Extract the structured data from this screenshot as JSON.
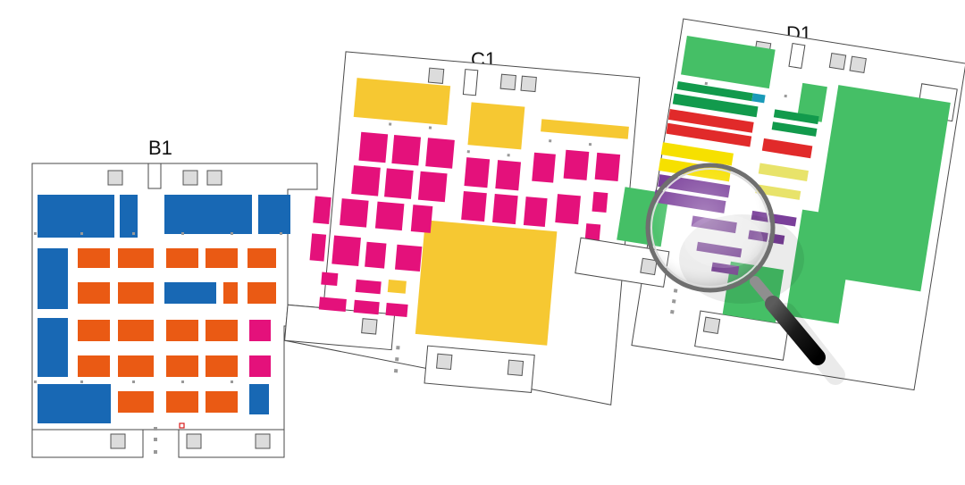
{
  "map": {
    "halls": [
      {
        "id": "B1",
        "label": "B1"
      },
      {
        "id": "C1",
        "label": "C1"
      },
      {
        "id": "D1",
        "label": "D1"
      }
    ],
    "colors": {
      "blue": "#1868b4",
      "orange": "#ea5a14",
      "magenta": "#e4117b",
      "yellow": "#f6c832",
      "green": "#45bf66",
      "dark_green": "#129a4c",
      "red": "#e12a2a",
      "purple": "#7a3f9a",
      "light_yellow": "#e8e36a",
      "restroom_icon": "#dcdcdc"
    },
    "icons": [
      "restroom-icon",
      "magnifying-glass-icon",
      "entrance-marker"
    ]
  }
}
